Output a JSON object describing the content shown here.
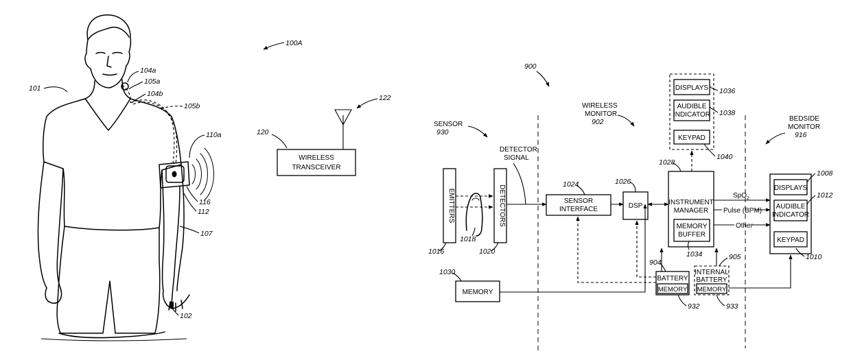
{
  "left_figure": {
    "refs": {
      "r100a": "100A",
      "r101": "101",
      "r104a": "104a",
      "r105a": "105a",
      "r104b": "104b",
      "r105b": "105b",
      "r110a": "110a",
      "r116": "116",
      "r112": "112",
      "r107": "107",
      "r102": "102",
      "r120": "120",
      "r122": "122"
    },
    "transceiver": {
      "line1": "WIRELESS",
      "line2": "TRANSCEIVER"
    }
  },
  "block_diagram": {
    "refs": {
      "r900": "900",
      "r930": "930",
      "r902": "902",
      "r916": "916",
      "r1016": "1016",
      "r1018": "1018",
      "r1020": "1020",
      "r1024": "1024",
      "r1026": "1026",
      "r1028": "1028",
      "r1034": "1034",
      "r1036": "1036",
      "r1038": "1038",
      "r1040": "1040",
      "r1008": "1008",
      "r1012": "1012",
      "r1010": "1010",
      "r1030": "1030",
      "r904": "904",
      "r905": "905",
      "r932": "932",
      "r933": "933"
    },
    "sections": {
      "sensor": "SENSOR",
      "wireless_l1": "WIRELESS",
      "wireless_l2": "MONITOR",
      "bedside_l1": "BEDSIDE",
      "bedside_l2": "MONITOR"
    },
    "detector_signal_l1": "DETECTOR",
    "detector_signal_l2": "SIGNAL",
    "emitters": "EMITTERS",
    "detectors": "DETECTORS",
    "sensor_interface_l1": "SENSOR",
    "sensor_interface_l2": "INTERFACE",
    "dsp": "DSP",
    "instrument_manager_l1": "INSTRUMENT",
    "instrument_manager_l2": "MANAGER",
    "memory_buffer_l1": "MEMORY",
    "memory_buffer_l2": "BUFFER",
    "top_displays": "DISPLAYS",
    "top_audible_l1": "AUDIBLE",
    "top_audible_l2": "INDICATOR",
    "top_keypad": "KEYPAD",
    "bed_displays": "DISPLAYS",
    "bed_audible_l1": "AUDIBLE",
    "bed_audible_l2": "INDICATOR",
    "bed_keypad": "KEYPAD",
    "signal_spo2": "SpO",
    "signal_spo2_sub": "2",
    "signal_pulse": "Pulse (BPM)",
    "signal_other": "Other",
    "memory": "MEMORY",
    "battery": "BATTERY",
    "battery_memory": "MEMORY",
    "internal_battery_l1": "INTERNAL",
    "internal_battery_l2": "BATTERY",
    "internal_battery_memory": "MEMORY"
  }
}
